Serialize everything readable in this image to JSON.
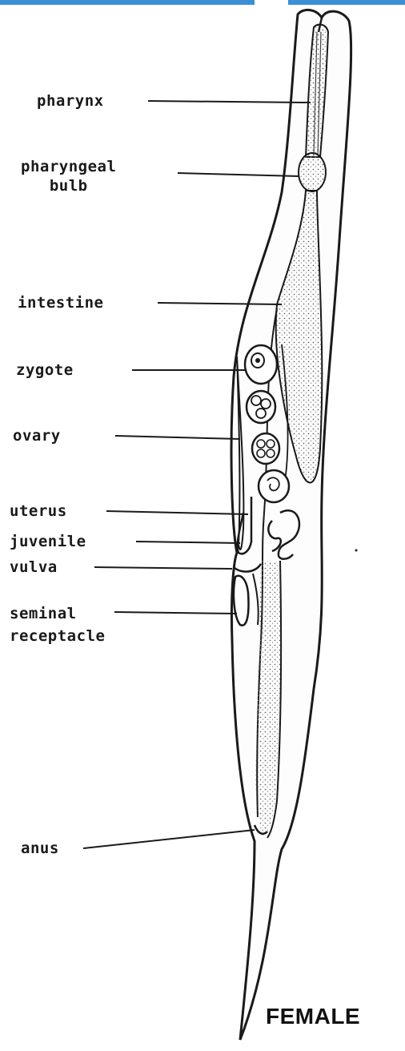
{
  "diagram": {
    "title": "FEMALE",
    "labels": {
      "pharynx": "pharynx",
      "pharyngeal_bulb": "pharyngeal\nbulb",
      "intestine": "intestine",
      "zygote": "zygote",
      "ovary": "ovary",
      "uterus": "uterus",
      "juvenile": "juvenile",
      "vulva": "vulva",
      "seminal_receptacle": "seminal\nreceptacle",
      "anus": "anus"
    }
  },
  "colors": {
    "ink": "#1a1a1a",
    "accent_strip": "#3b8fd6",
    "stipple": "#6e6e6e"
  }
}
